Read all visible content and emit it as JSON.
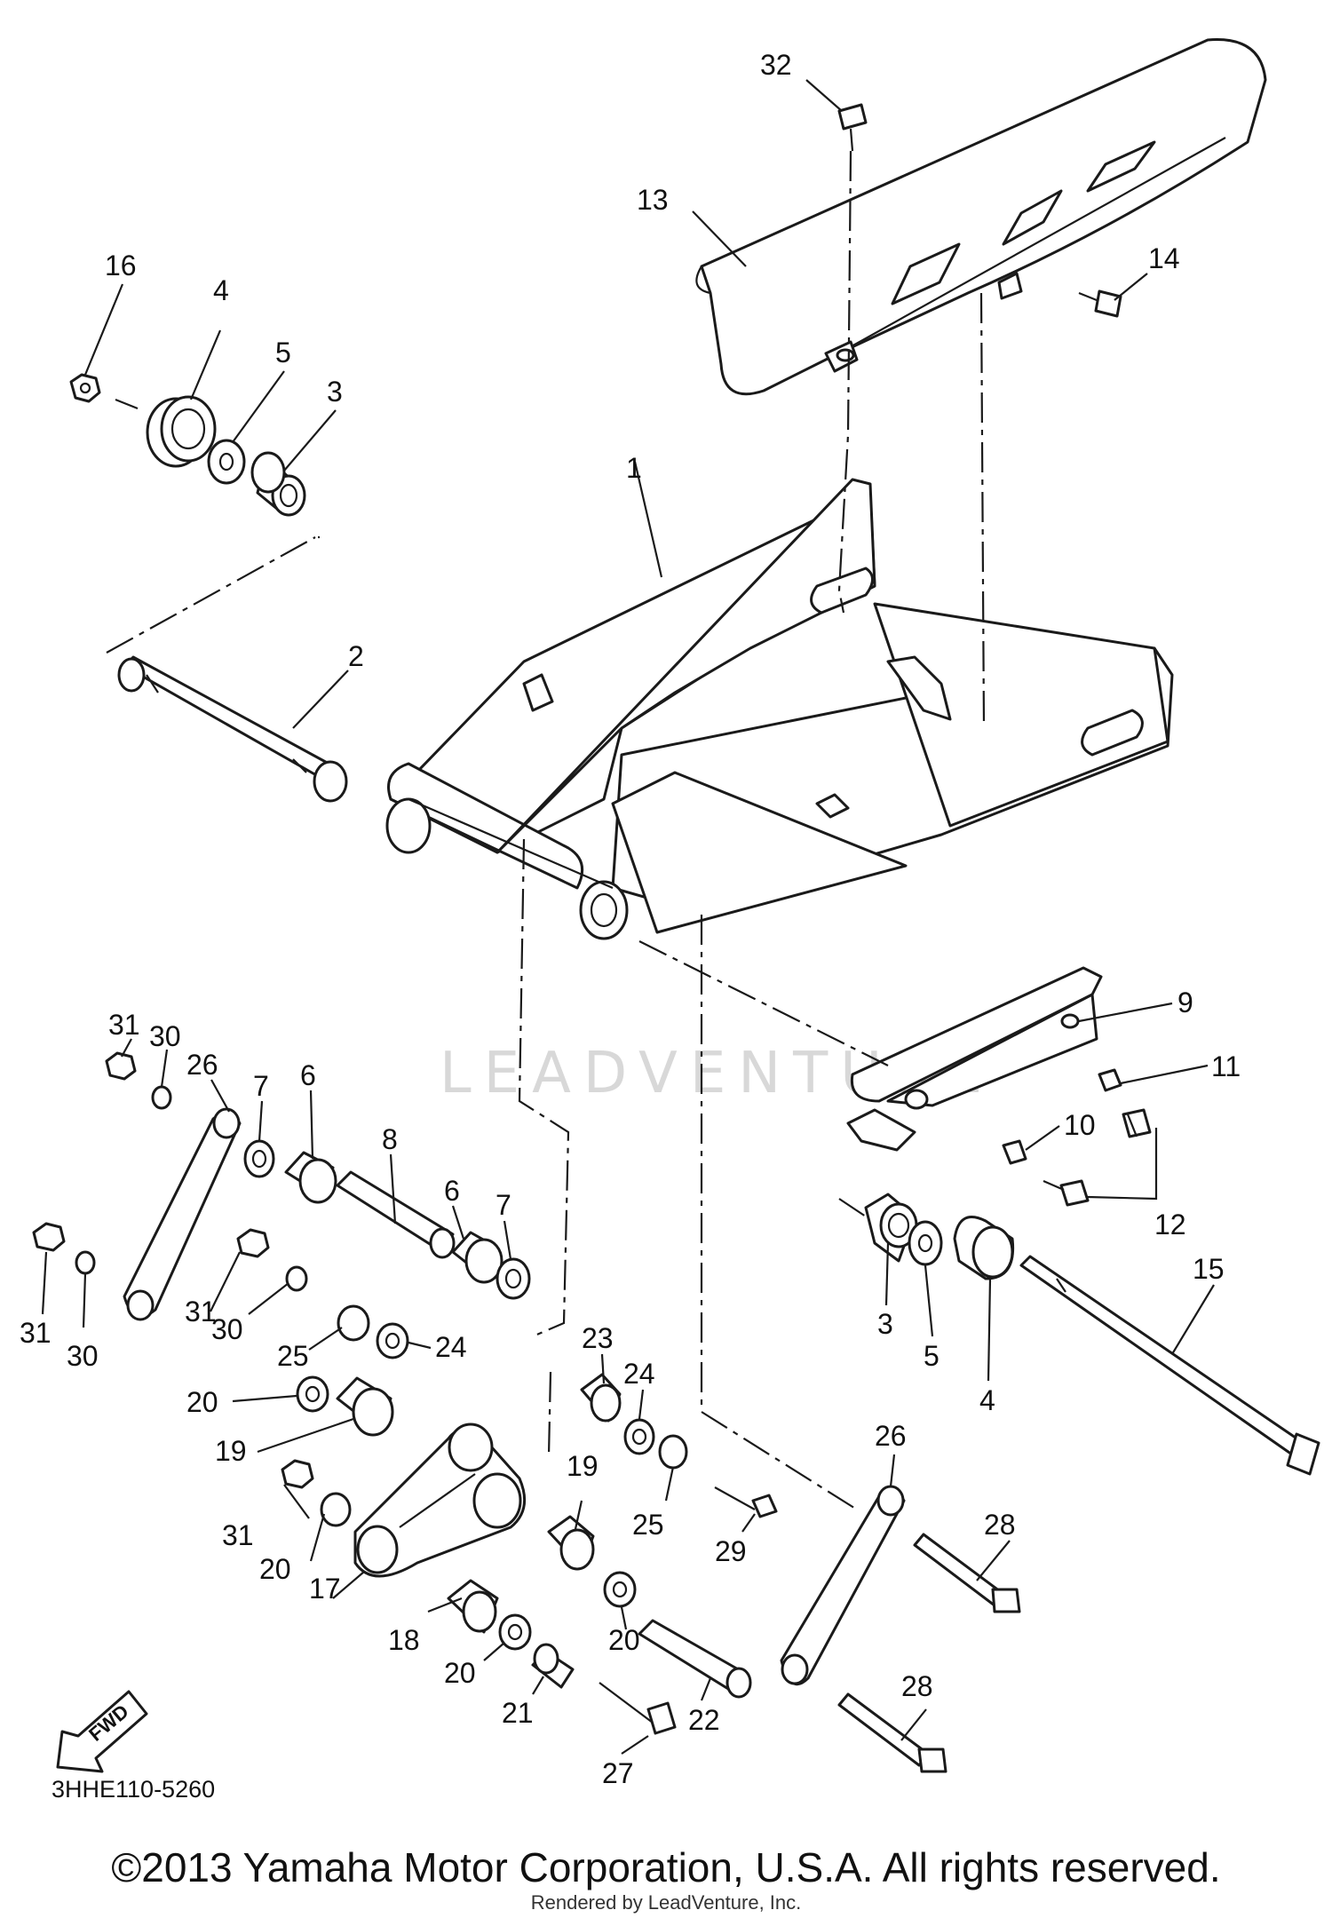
{
  "diagram": {
    "part_code": "3HHE110-5260",
    "fwd_label": "FWD",
    "watermark": "LEADVENTURE",
    "callouts": [
      "32",
      "13",
      "14",
      "16",
      "4",
      "5",
      "3",
      "1",
      "2",
      "9",
      "11",
      "10",
      "12",
      "31",
      "30",
      "26",
      "7",
      "6",
      "8",
      "6",
      "7",
      "3",
      "5",
      "4",
      "15",
      "31",
      "30",
      "31",
      "30",
      "25",
      "24",
      "23",
      "24",
      "20",
      "19",
      "25",
      "19",
      "29",
      "26",
      "28",
      "31",
      "20",
      "17",
      "20",
      "18",
      "20",
      "21",
      "27",
      "22",
      "28"
    ]
  },
  "footer": {
    "copyright": "©2013 Yamaha Motor Corporation, U.S.A. All rights reserved.",
    "rendered_by": "Rendered by LeadVenture, Inc."
  }
}
